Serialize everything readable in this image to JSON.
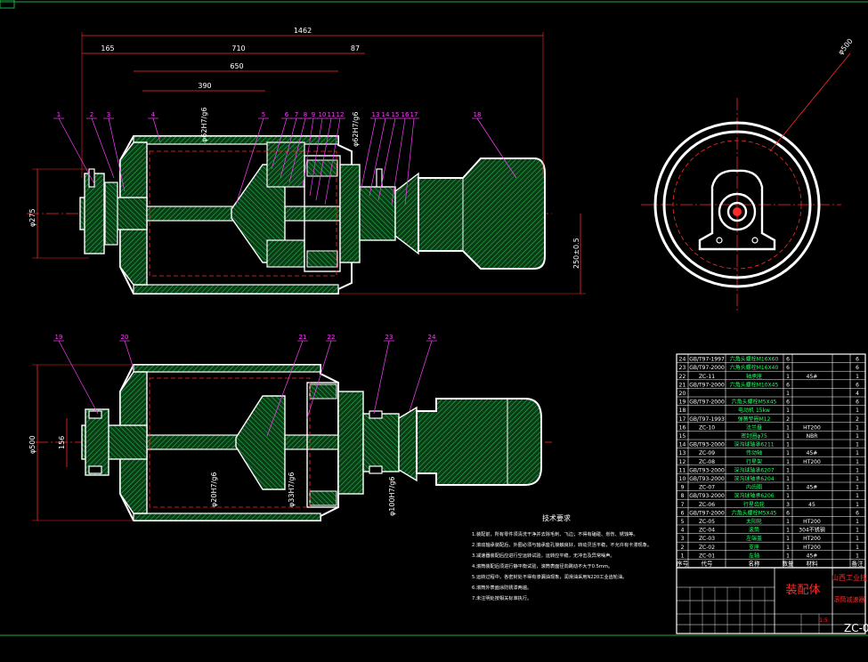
{
  "drawing": {
    "top_dims": [
      "1462",
      "165",
      "710",
      "87",
      "650",
      "390"
    ],
    "top_fits": [
      "φ62H7/g6",
      "φ62H7/g6"
    ],
    "left_dims": [
      "φ275"
    ],
    "right_dims": [
      "250±0.5"
    ],
    "side_dims": [
      "φ500"
    ],
    "bottom_dims": [
      "φ500",
      "156",
      "φ20H7/g6",
      "φ33H7/g6",
      "φ100H7/g6"
    ],
    "top_balloons": [
      "1",
      "2",
      "3",
      "4",
      "5",
      "6",
      "7",
      "8",
      "9",
      "10",
      "11",
      "12",
      "13",
      "14",
      "15",
      "16",
      "17",
      "18"
    ],
    "bottom_balloons": [
      "19",
      "20",
      "21",
      "22",
      "23",
      "24"
    ]
  },
  "notes": {
    "title": "技术要求",
    "lines": [
      "1.装配前，所有零件须清洗干净并去除毛刺、飞边；不得有磕碰、划伤、锈蚀等。",
      "2.滚动轴承装配后，外圈必须与轴承座孔接触良好，转动灵活平稳，不允许有卡滞现象。",
      "3.减速器装配后应进行空运转试验，运转应平稳，无冲击及异常噪声。",
      "4.滚筒装配后须进行静平衡试验，滚筒表面径向跳动不大于0.5mm。",
      "5.运转过程中，各密封处不得有渗漏油现象，润滑油采用N220工业齿轮油。",
      "6.滚筒外表面涂防锈漆两遍。",
      "7.未注明处按相关标准执行。"
    ]
  },
  "bom": {
    "rows": [
      {
        "no": "24",
        "code": "GB/T97-1997",
        "name": "六角头螺栓M16X60",
        "qty": "6",
        "mat": "",
        "extra": "6"
      },
      {
        "no": "23",
        "code": "GB/T97-2000",
        "name": "六角头螺栓M16X40",
        "qty": "6",
        "mat": "",
        "extra": "6"
      },
      {
        "no": "22",
        "code": "ZC-11",
        "name": "轴承座",
        "qty": "1",
        "mat": "45#",
        "extra": "1"
      },
      {
        "no": "21",
        "code": "GB/T97-2000",
        "name": "六角头螺栓M10X45",
        "qty": "6",
        "mat": "",
        "extra": "6"
      },
      {
        "no": "20",
        "code": "",
        "name": "",
        "qty": "1",
        "mat": "",
        "extra": "4"
      },
      {
        "no": "19",
        "code": "GB/T97-2000",
        "name": "六角头螺栓M5X45",
        "qty": "6",
        "mat": "",
        "extra": "6"
      },
      {
        "no": "18",
        "code": "",
        "name": "电动机 15kw",
        "qty": "1",
        "mat": "",
        "extra": "1"
      },
      {
        "no": "17",
        "code": "GB/T97-1993",
        "name": "弹簧垫圈M12",
        "qty": "2",
        "mat": "",
        "extra": "2"
      },
      {
        "no": "16",
        "code": "ZC-10",
        "name": "法兰盘",
        "qty": "1",
        "mat": "HT200",
        "extra": "1"
      },
      {
        "no": "15",
        "code": "",
        "name": "密封圈φ75",
        "qty": "1",
        "mat": "NBR",
        "extra": "1"
      },
      {
        "no": "14",
        "code": "GB/T93-2000",
        "name": "深沟球轴承6211",
        "qty": "1",
        "mat": "",
        "extra": "1"
      },
      {
        "no": "13",
        "code": "ZC-09",
        "name": "传动轴",
        "qty": "1",
        "mat": "45#",
        "extra": "1"
      },
      {
        "no": "12",
        "code": "ZC-08",
        "name": "行星架",
        "qty": "1",
        "mat": "HT200",
        "extra": "1"
      },
      {
        "no": "11",
        "code": "GB/T93-2000",
        "name": "深沟球轴承6207",
        "qty": "1",
        "mat": "",
        "extra": "1"
      },
      {
        "no": "10",
        "code": "GB/T93-2000",
        "name": "深沟球轴承6204",
        "qty": "1",
        "mat": "",
        "extra": "1"
      },
      {
        "no": "9",
        "code": "ZC-07",
        "name": "内齿圈",
        "qty": "1",
        "mat": "45#",
        "extra": "1"
      },
      {
        "no": "8",
        "code": "GB/T93-2000",
        "name": "深沟球轴承6206",
        "qty": "1",
        "mat": "",
        "extra": "1"
      },
      {
        "no": "7",
        "code": "ZC-06",
        "name": "行星齿轮",
        "qty": "3",
        "mat": "45",
        "extra": "1"
      },
      {
        "no": "6",
        "code": "GB/T97-2000",
        "name": "六角头螺栓M5X45",
        "qty": "6",
        "mat": "",
        "extra": "6"
      },
      {
        "no": "5",
        "code": "ZC-05",
        "name": "太阳轮",
        "qty": "1",
        "mat": "HT200",
        "extra": "1"
      },
      {
        "no": "4",
        "code": "ZC-04",
        "name": "滚筒",
        "qty": "1",
        "mat": "304不锈钢",
        "extra": "1"
      },
      {
        "no": "3",
        "code": "ZC-03",
        "name": "左端盖",
        "qty": "1",
        "mat": "HT200",
        "extra": "1"
      },
      {
        "no": "2",
        "code": "ZC-02",
        "name": "支座",
        "qty": "1",
        "mat": "HT200",
        "extra": "1"
      },
      {
        "no": "1",
        "code": "ZC-01",
        "name": "左轴",
        "qty": "1",
        "mat": "45#",
        "extra": "1"
      }
    ],
    "header": {
      "no": "序号",
      "code": "代号",
      "name": "名称",
      "qty": "数量",
      "mat": "材料",
      "extra": "备注"
    }
  },
  "titleblock": {
    "title": "装配体",
    "school": "山西工业技",
    "subtitle": "滚筒减速器",
    "code": "ZC-0",
    "scale": "1:5"
  },
  "colors": {
    "background": "#000000",
    "outline": "#ffffff",
    "hatch": "#22aa44",
    "dimension": "#ff2a2a",
    "leader": "#ff3cff",
    "center": "#ff2a2a"
  }
}
